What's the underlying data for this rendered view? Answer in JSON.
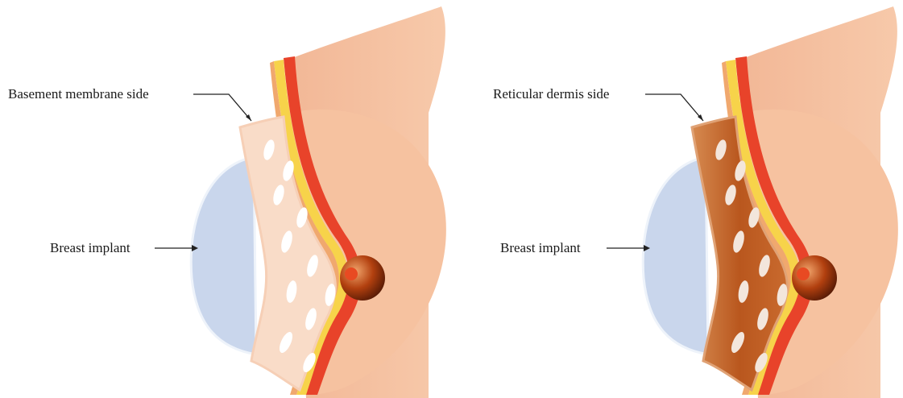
{
  "panels": [
    {
      "label_top": "Basement membrane side",
      "label_implant": "Breast implant",
      "matrix_color": "#f9dcc8",
      "matrix_edge": "#f6cfb6",
      "matrix_hole": "#ffffff"
    },
    {
      "label_top": "Reticular dermis side",
      "label_implant": "Breast implant",
      "matrix_color": "#c0642a",
      "matrix_edge": "#e0a275",
      "matrix_hole": "#f3e6dc"
    }
  ],
  "colors": {
    "skin": "#f6c4a3",
    "skin_shadow": "#efb18c",
    "fat": "#f7d34a",
    "muscle": "#e8432a",
    "implant": "#c9d6ec",
    "implant_rim": "#e7eef8",
    "nipple": "#b2400f"
  }
}
